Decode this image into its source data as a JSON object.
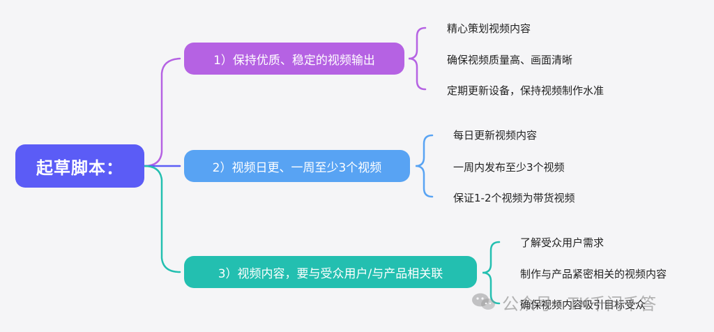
{
  "root": {
    "label": "起草脚本："
  },
  "branches": [
    {
      "label": "1）保持优质、稳定的视频输出",
      "color": "#b562e3",
      "items": [
        "精心策划视频内容",
        "确保视频质量高、画面清晰",
        "定期更新设备，保持视频制作水准"
      ]
    },
    {
      "label": "2）视频日更、一周至少3个视频",
      "color": "#58a3f3",
      "items": [
        "每日更新视频内容",
        "一周内发布至少3个视频",
        "保证1-2个视频为带货视频"
      ]
    },
    {
      "label": "3）视频内容，要与受众用户/与产品相关联",
      "color": "#23bfb0",
      "items": [
        "了解受众用户需求",
        "制作与产品紧密相关的视频内容",
        "确保视频内容吸引目标受众"
      ]
    }
  ],
  "watermark": {
    "text": "公众号 · TK千问千答",
    "icon": "wechat-icon"
  },
  "colors": {
    "root": "#5b5cf6",
    "background": "#f5f5f7"
  }
}
